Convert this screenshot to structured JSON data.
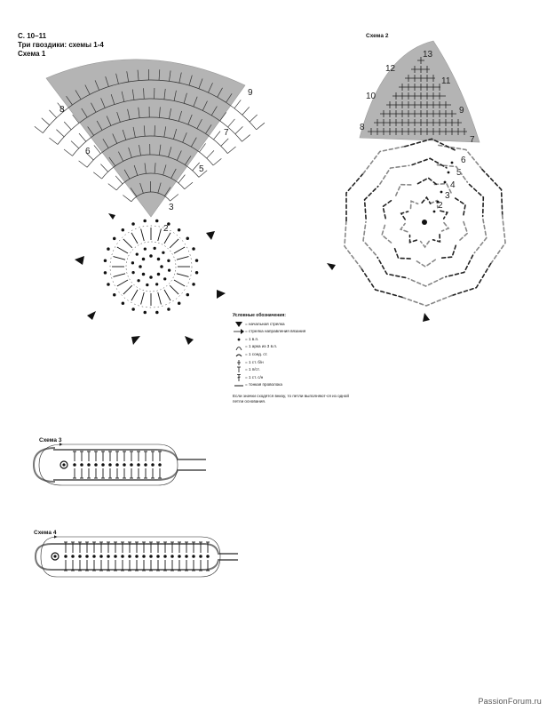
{
  "header": {
    "pages": "С. 10–11",
    "subtitle": "Три гвоздики: схемы 1-4",
    "scheme1": "Схема 1"
  },
  "scheme2_label": "Схема 2",
  "scheme3_label": "Схема 3",
  "scheme4_label": "Схема 4",
  "scheme1_rows": [
    "2",
    "3",
    "5",
    "6",
    "7",
    "8",
    "9"
  ],
  "scheme2_rows": [
    "2",
    "3",
    "4",
    "5",
    "6",
    "7",
    "8",
    "9",
    "10",
    "11",
    "12",
    "13"
  ],
  "legend": {
    "title": "Условные обозначения:",
    "items": [
      {
        "icon": "start-arrow-icon",
        "text": "= начальная стрелка"
      },
      {
        "icon": "direction-arrow-icon",
        "text": "= стрелка направления вязания"
      },
      {
        "icon": "chain-dot-icon",
        "text": "= 1 в.п."
      },
      {
        "icon": "arch-icon",
        "text": "= 1 арка из 3 в.п."
      },
      {
        "icon": "slip-stitch-icon",
        "text": "= 1 соед. ст."
      },
      {
        "icon": "sc-icon",
        "text": "= 1 ст. б/н"
      },
      {
        "icon": "hdc-icon",
        "text": "= 1 п/ст."
      },
      {
        "icon": "dc-icon",
        "text": "= 1 ст. с/н"
      },
      {
        "icon": "wire-icon",
        "text": "= тонкая проволока"
      }
    ],
    "note": "Если значки сходятся внизу, то петли выполняют-ся из одной петли основания."
  },
  "watermark": "PassionForum.ru"
}
